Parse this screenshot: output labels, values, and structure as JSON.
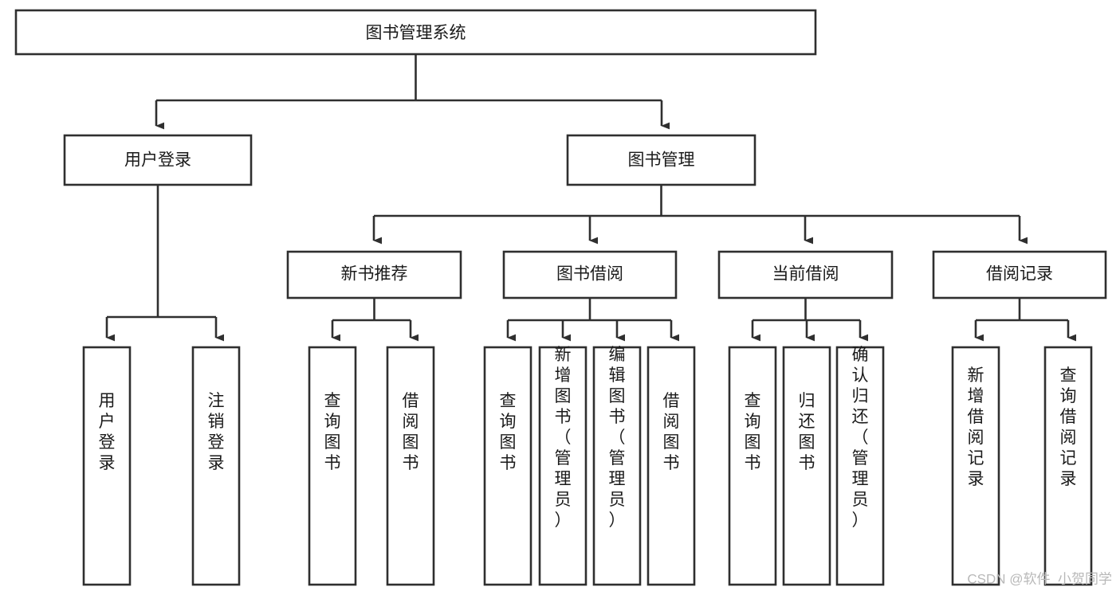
{
  "diagram": {
    "title": "图书管理系统",
    "type": "tree-hierarchy-chart",
    "colors": {
      "box_stroke": "#2f2f2f",
      "box_fill": "#ffffff",
      "connector": "#2f2f2f",
      "text": "#1a1a1a",
      "watermark": "#b8b8b8",
      "background": "#ffffff"
    },
    "root": {
      "label": "图书管理系统"
    },
    "level2": [
      {
        "label": "用户登录"
      },
      {
        "label": "图书管理"
      }
    ],
    "level3": [
      {
        "label": "新书推荐"
      },
      {
        "label": "图书借阅"
      },
      {
        "label": "当前借阅"
      },
      {
        "label": "借阅记录"
      }
    ],
    "leaves": {
      "user_login": [
        {
          "label": "用户登录"
        },
        {
          "label": "注销登录"
        }
      ],
      "new_book_recommend": [
        {
          "label": "查询图书"
        },
        {
          "label": "借阅图书"
        }
      ],
      "book_borrow": [
        {
          "label": "查询图书"
        },
        {
          "label": "新增图书（管理员）"
        },
        {
          "label": "编辑图书（管理员）"
        },
        {
          "label": "借阅图书"
        }
      ],
      "current_borrow": [
        {
          "label": "查询图书"
        },
        {
          "label": "归还图书"
        },
        {
          "label": "确认归还（管理员）"
        }
      ],
      "borrow_record": [
        {
          "label": "新增借阅记录"
        },
        {
          "label": "查询借阅记录"
        }
      ]
    }
  },
  "watermark": {
    "text": "CSDN @软件_小贺同学"
  }
}
